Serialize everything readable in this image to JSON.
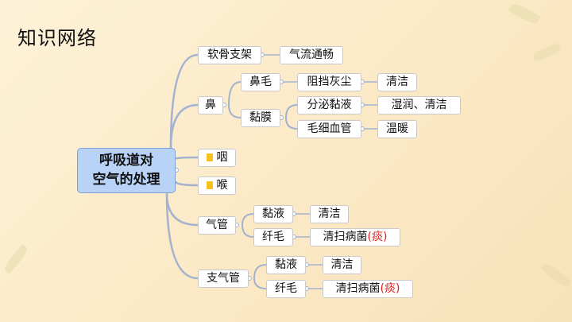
{
  "title": "知识网络",
  "root": {
    "line1": "呼吸道对",
    "line2": "空气的处理"
  },
  "nodes": {
    "ruangu": "软骨支架",
    "qiliu": "气流通畅",
    "bi": "鼻",
    "bimao": "鼻毛",
    "zudang": "阻挡灰尘",
    "qingjie1": "清洁",
    "nianmo": "黏膜",
    "fenmi": "分泌黏液",
    "shirun": "湿润、清洁",
    "maoxi": "毛细血管",
    "wennuan": "温暖",
    "yan": "咽",
    "hou": "喉",
    "qiguan": "气管",
    "qg_nianye": "黏液",
    "qg_qingjie": "清洁",
    "qg_xianmao": "纤毛",
    "qg_qingsao": "清扫病菌",
    "qg_tan": "(痰)",
    "zhiqiguan": "支气管",
    "zq_nianye": "黏液",
    "zq_qingjie": "清洁",
    "zq_xianmao": "纤毛",
    "zq_qingsao": "清扫病菌",
    "zq_tan": "(痰)"
  },
  "colors": {
    "connector": "#a3b3cf",
    "root_fill": "#b9d3f7",
    "accent_red": "#e02020"
  }
}
